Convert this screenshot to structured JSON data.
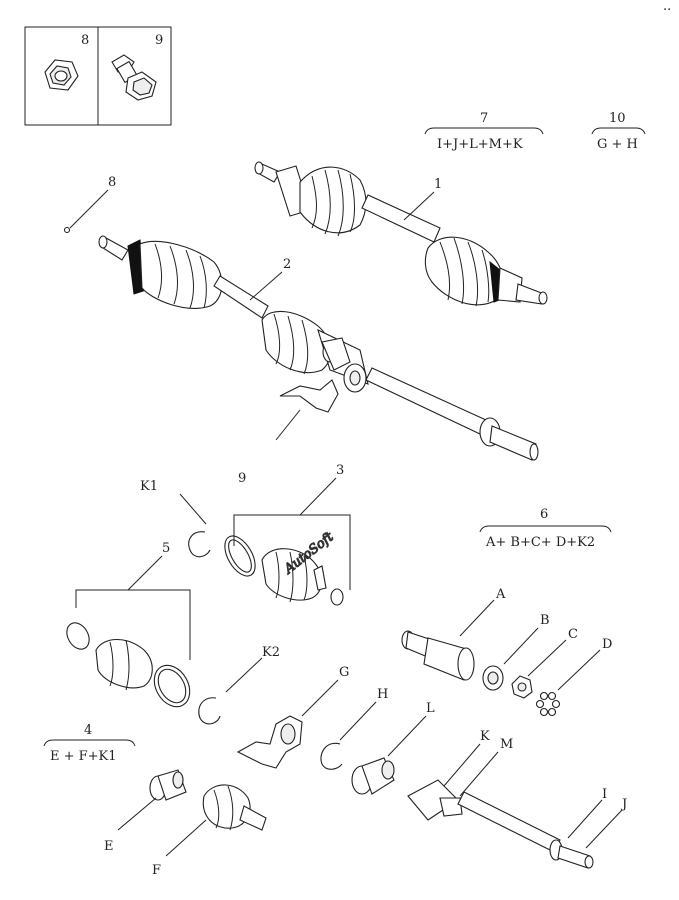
{
  "inset_labels": [
    "8",
    "9"
  ],
  "kits": [
    {
      "number": "7",
      "formula": "I+J+L+M+K"
    },
    {
      "number": "10",
      "formula": "G + H"
    },
    {
      "number": "6",
      "formula": "A+ B+C+ D+K2"
    },
    {
      "number": "4",
      "formula": "E + F+K1"
    }
  ],
  "callouts": [
    "1",
    "2",
    "8",
    "9",
    "3",
    "5",
    "K1",
    "K2",
    "A",
    "B",
    "C",
    "D",
    "G",
    "H",
    "L",
    "K",
    "M",
    "I",
    "J",
    "E",
    "F"
  ],
  "watermark": "AutoSoft"
}
